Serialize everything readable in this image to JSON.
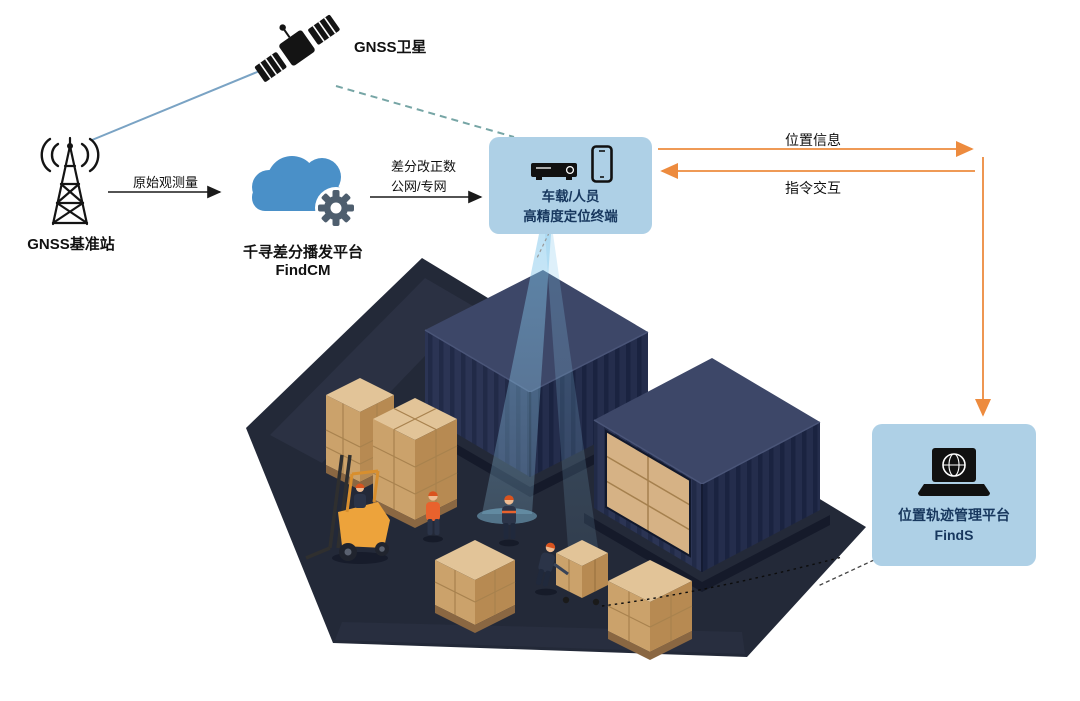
{
  "diagram": {
    "satellite": {
      "label": "GNSS卫星"
    },
    "base_station": {
      "label": "GNSS基准站"
    },
    "cloud": {
      "title": "千寻差分播发平台",
      "subtitle": "FindCM"
    },
    "terminal": {
      "line1": "车载/人员",
      "line2": "高精度定位终端"
    },
    "platform": {
      "title": "位置轨迹管理平台",
      "subtitle": "FindS"
    },
    "links": {
      "raw_observation": "原始观测量",
      "correction_line1": "差分改正数",
      "correction_line2": "公网/专网",
      "position_info": "位置信息",
      "command_interaction": "指令交互"
    }
  },
  "colors": {
    "panel_blue": "#aed0e6",
    "text_navy": "#17375e",
    "cloud_blue": "#4a90c8",
    "accent_orange": "#ed8b3e",
    "dash_teal": "#76a5a5",
    "link_blue": "#7aa3c4",
    "container_navy": "#2b3454",
    "box_tan": "#d6b285"
  }
}
